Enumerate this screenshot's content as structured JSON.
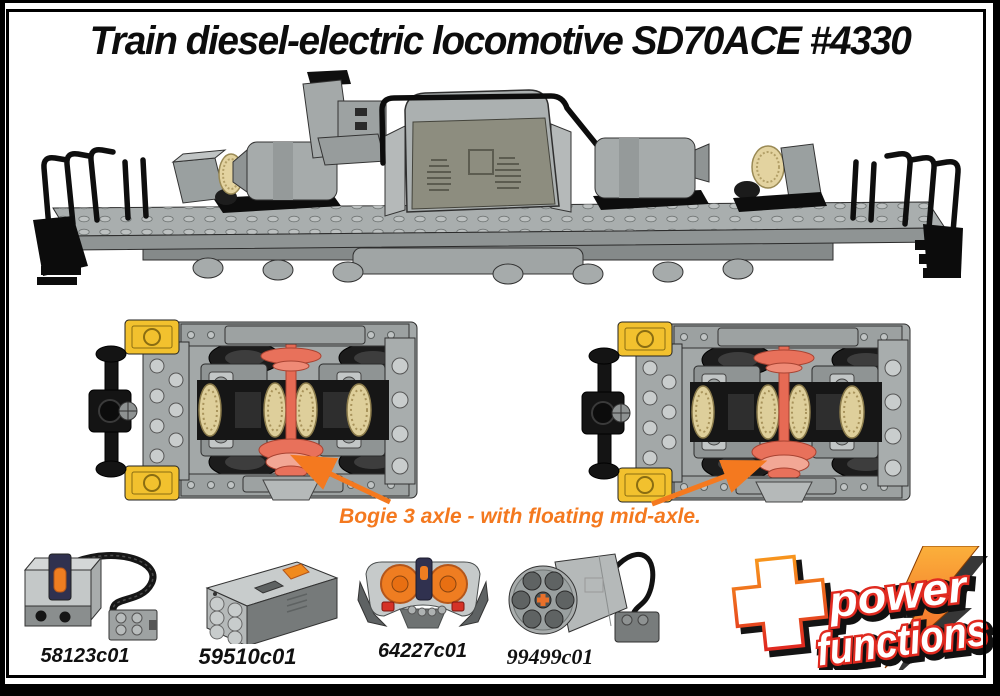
{
  "title": "Train diesel-electric locomotive SD70ACE #4330",
  "annotation": {
    "text": "Bogie 3 axle - with floating mid-axle."
  },
  "parts": [
    {
      "id": "58123c01",
      "name": "ir-receiver"
    },
    {
      "id": "59510c01",
      "name": "battery-box"
    },
    {
      "id": "64227c01",
      "name": "ir-speed-remote-control"
    },
    {
      "id": "99499c01",
      "name": "motor-with-cable"
    }
  ],
  "logo": {
    "line1": "power",
    "line2": "functions"
  },
  "renders": {
    "locomotive": "lego-sd70ace-chassis-side-render",
    "bogie_left": "three-axle-bogie-top-render",
    "bogie_right": "three-axle-bogie-top-render"
  },
  "colors": {
    "annotation_orange": "#F4791F",
    "lego_yellow": "#F2C12E",
    "floating_axle_red": "#E8715B",
    "gear_tan": "#DECF9B",
    "logo_orange": "#F7941D",
    "logo_red": "#E02A20"
  }
}
